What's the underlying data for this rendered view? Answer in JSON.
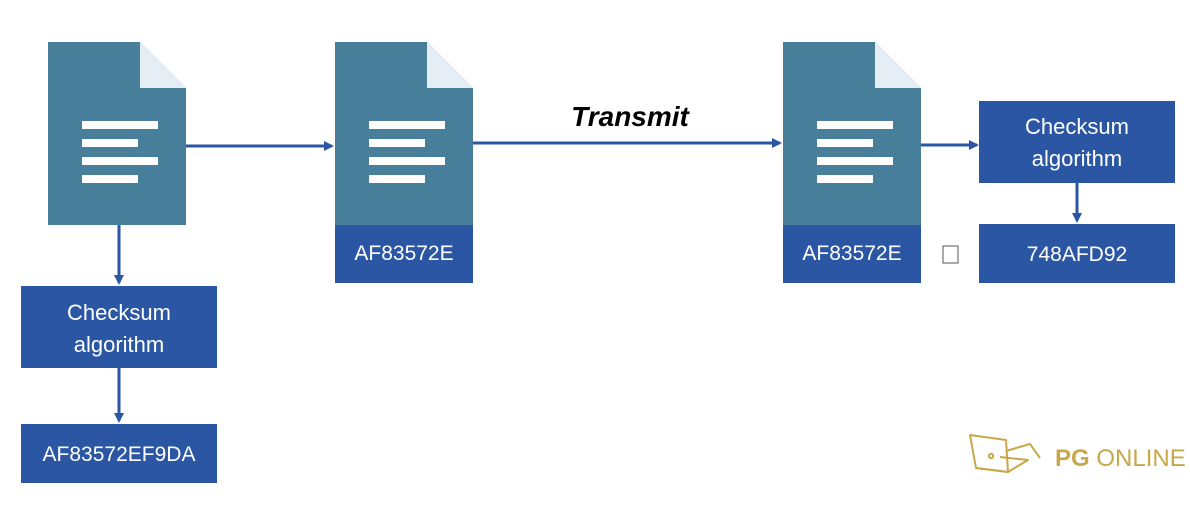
{
  "diagram": {
    "transmit_label": "Transmit",
    "left_hash": "AF83572E",
    "right_hash": "AF83572E",
    "source_checksum_label_line1": "Checksum",
    "source_checksum_label_line2": "algorithm",
    "source_combined_output": "AF83572EF9DA",
    "receiver_checksum_label_line1": "Checksum",
    "receiver_checksum_label_line2": "algorithm",
    "receiver_output": "748AFD92"
  },
  "logo": {
    "brand_bold": "PG",
    "brand_rest": " ONLINE"
  },
  "colors": {
    "document": "#477f9a",
    "box": "#2b56a4",
    "arrow": "#2b56a4",
    "logo": "#c8a84a"
  }
}
